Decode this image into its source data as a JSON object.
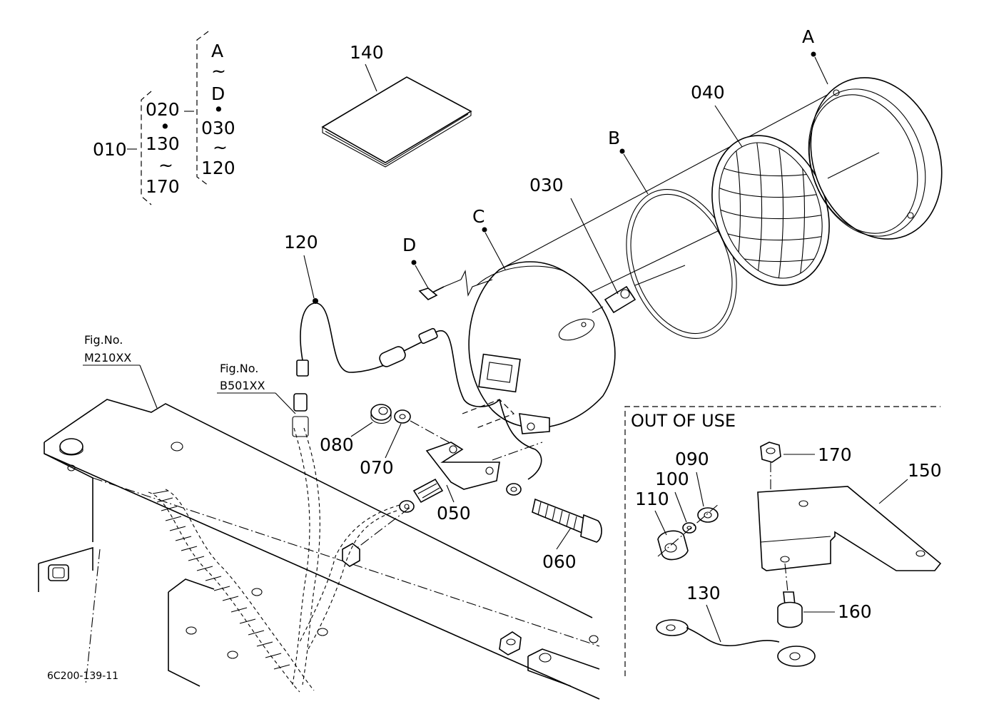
{
  "labels": {
    "p010": "010",
    "p020": "020",
    "p030_tree": "030",
    "p120_tree": "120",
    "p130_tree": "130",
    "p170_tree": "170",
    "tree_a": "A",
    "tree_d": "D",
    "dot": "•",
    "tilde": "~",
    "p140": "140",
    "p120": "120",
    "letter_a": "A",
    "letter_b": "B",
    "letter_c": "C",
    "letter_d": "D",
    "p040": "040",
    "p030": "030",
    "p080": "080",
    "p070": "070",
    "p050": "050",
    "p060": "060",
    "p090": "090",
    "p100": "100",
    "p110": "110",
    "p130": "130",
    "p150": "150",
    "p160": "160",
    "p170": "170"
  },
  "figure_refs": [
    {
      "label": "Fig.No.",
      "code": "M210XX"
    },
    {
      "label": "Fig.No.",
      "code": "B501XX"
    }
  ],
  "inset_title": "OUT OF USE",
  "diagram_code": "6C200-139-11"
}
